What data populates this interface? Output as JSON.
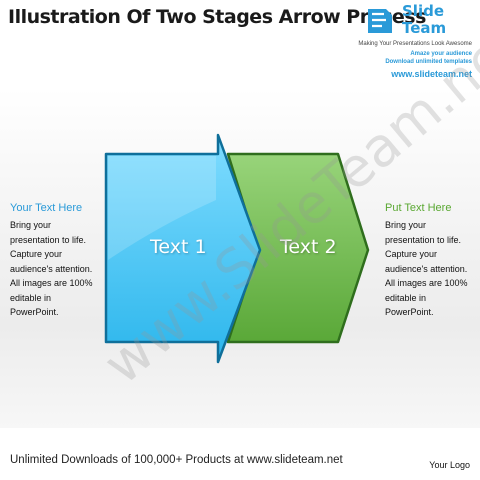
{
  "title": "Illustration Of Two Stages Arrow Process",
  "brand": {
    "name_line1": "Slide",
    "name_line2": "Team",
    "tagline": "Making Your Presentations Look Awesome",
    "line1": "Amaze your audience",
    "line2": "Download unlimited templates",
    "url": "www.slideteam.net"
  },
  "left_panel": {
    "heading": "Your Text Here",
    "body": "Bring your presentation to life. Capture your audience's attention. All images are 100% editable in PowerPoint."
  },
  "right_panel": {
    "heading": "Put Text Here",
    "body": "Bring your presentation to life. Capture your audience's attention. All images are 100% editable in PowerPoint."
  },
  "stages": [
    {
      "label": "Text 1",
      "color": "#3fc2f0"
    },
    {
      "label": "Text 2",
      "color": "#6cbb47"
    }
  ],
  "watermark": "www.SlideTeam.net",
  "footer": "Unlimited Downloads of 100,000+ Products at www.slideteam.net",
  "logo_placeholder": "Your Logo"
}
